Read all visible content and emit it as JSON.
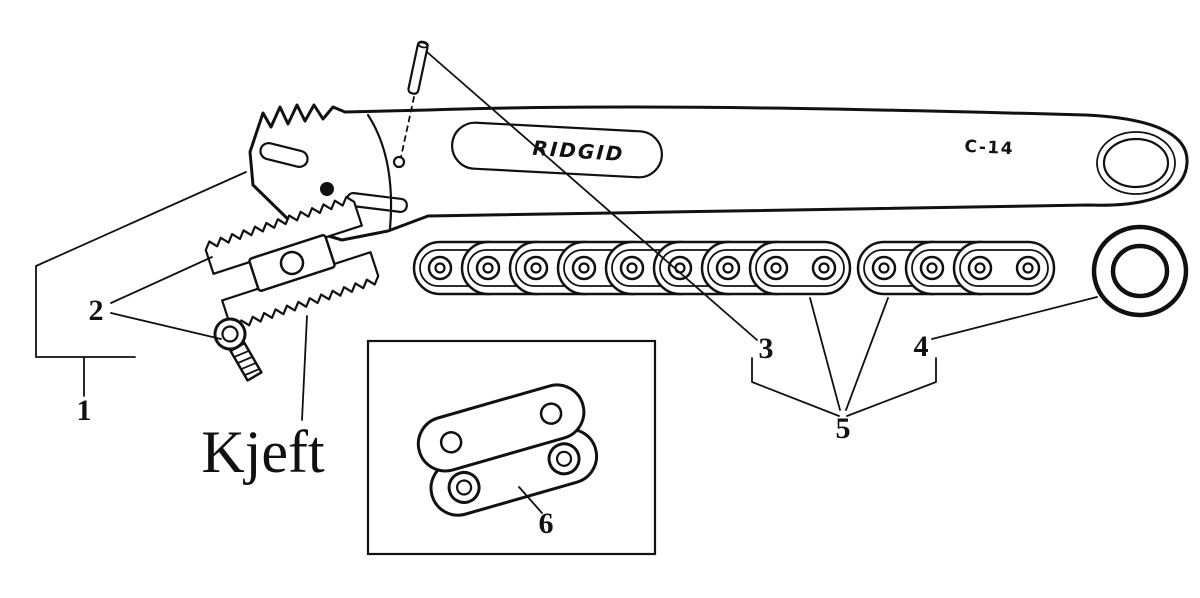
{
  "diagram": {
    "colors": {
      "ink": "#111111",
      "paper": "#ffffff"
    },
    "texts": {
      "brand": "RIDGID",
      "model": "C-14",
      "jaw_label": "Kjeft",
      "callout_1": "1",
      "callout_2": "2",
      "callout_3": "3",
      "callout_4": "4",
      "callout_5": "5",
      "callout_6": "6"
    }
  }
}
